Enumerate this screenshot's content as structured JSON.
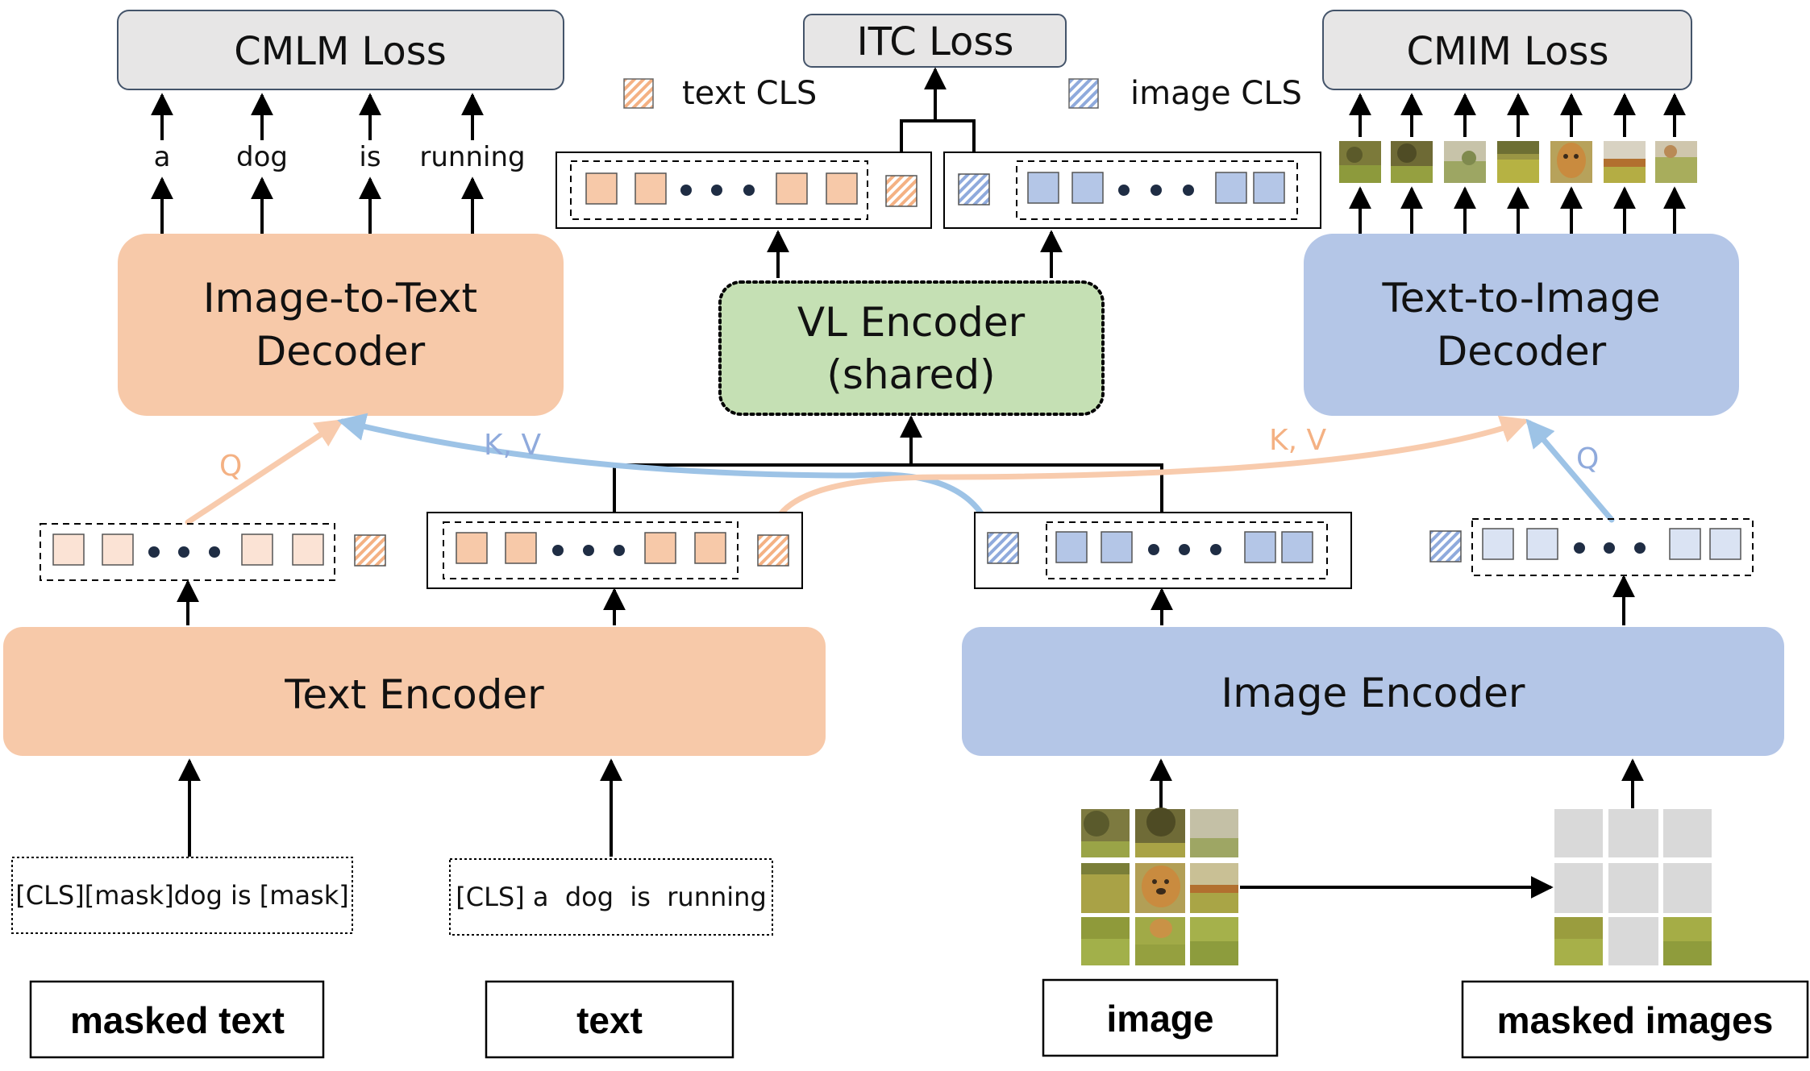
{
  "losses": {
    "cmlm": "CMLM Loss",
    "itc": "ITC Loss",
    "cmim": "CMIM Loss"
  },
  "legend": {
    "text_cls": "text CLS",
    "image_cls": "image CLS"
  },
  "decoded_words": [
    "a",
    "dog",
    "is",
    "running"
  ],
  "modules": {
    "i2t_decoder_line1": "Image-to-Text",
    "i2t_decoder_line2": "Decoder",
    "vl_encoder_line1": "VL Encoder",
    "vl_encoder_line2": "(shared)",
    "t2i_decoder_line1": "Text-to-Image",
    "t2i_decoder_line2": "Decoder",
    "text_encoder": "Text Encoder",
    "image_encoder": "Image Encoder"
  },
  "attention_labels": {
    "q_left": "Q",
    "kv_left": "K, V",
    "kv_right": "K, V",
    "q_right": "Q"
  },
  "inputs": {
    "masked_text_tokens": "[CLS][mask]dog is [mask]",
    "text_tokens": "[CLS] a  dog  is  running"
  },
  "input_labels": {
    "masked_text": "masked text",
    "text": "text",
    "image": "image",
    "masked_images": "masked images"
  },
  "colors": {
    "text_orange": "#f7c9a9",
    "text_token_light": "#fbe3d5",
    "image_blue": "#b4c6e7",
    "image_token_light": "#dae3f3",
    "vl_green": "#c5e0b4",
    "loss_gray": "#e7e6e6",
    "kv_blue_arrow": "#9dc3e6",
    "kv_orange_arrow": "#f8cbad"
  }
}
